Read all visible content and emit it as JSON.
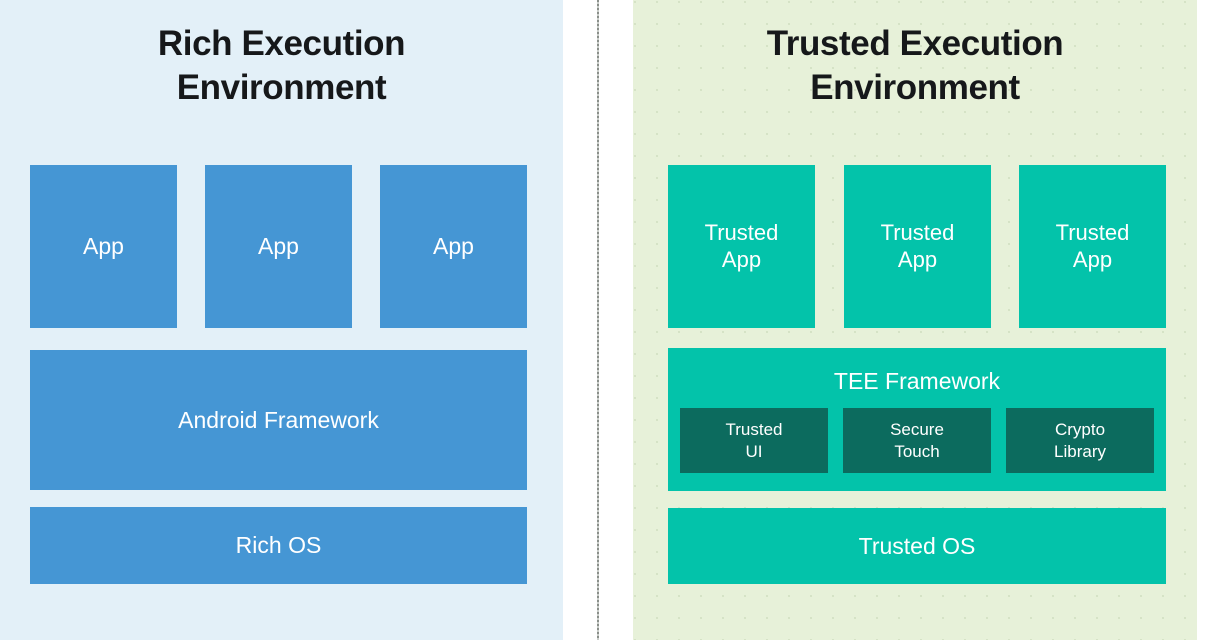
{
  "diagram": {
    "title": "Rich Execution Environment vs Trusted Execution Environment",
    "colors": {
      "ree_panel_bg": "#e3f0f8",
      "tee_panel_bg": "#e7f1d9",
      "ree_block": "#4596d4",
      "tee_block": "#03c3aa",
      "tee_subblock": "#0c6b5e",
      "block_text": "#ffffff",
      "title_text": "#16181a",
      "divider": "#8a8f8a"
    }
  },
  "left_panel": {
    "title": "Rich Execution\nEnvironment",
    "apps": [
      {
        "label": "App"
      },
      {
        "label": "App"
      },
      {
        "label": "App"
      }
    ],
    "framework": {
      "label": "Android Framework"
    },
    "os": {
      "label": "Rich OS"
    }
  },
  "right_panel": {
    "title": "Trusted Execution\nEnvironment",
    "apps": [
      {
        "label": "Trusted\nApp"
      },
      {
        "label": "Trusted\nApp"
      },
      {
        "label": "Trusted\nApp"
      }
    ],
    "framework": {
      "label": "TEE Framework",
      "components": [
        {
          "label": "Trusted\nUI"
        },
        {
          "label": "Secure\nTouch"
        },
        {
          "label": "Crypto\nLibrary"
        }
      ]
    },
    "os": {
      "label": "Trusted OS"
    }
  }
}
